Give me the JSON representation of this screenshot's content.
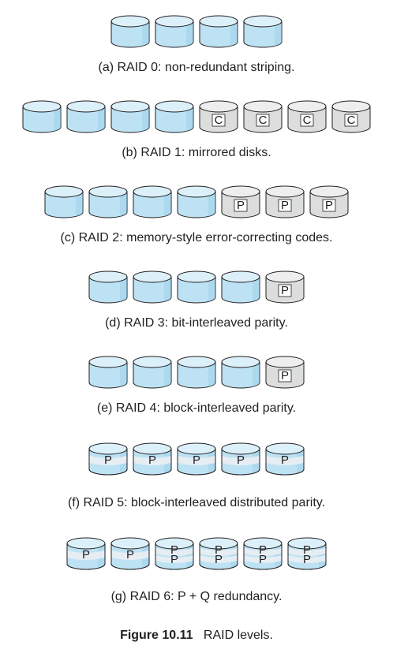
{
  "figure": {
    "number": "Figure 10.11",
    "title": "RAID levels."
  },
  "colors": {
    "data_disk": "#bde2f3",
    "data_disk_top": "#dcf0fa",
    "data_disk_shade": "#8cc8e6",
    "check_disk": "#dcdddd",
    "check_disk_top": "#eeeeee",
    "parity_band": "#e8eef2",
    "outline": "#231f20"
  },
  "levels": [
    {
      "id": "a",
      "caption": "(a) RAID 0: non-redundant striping.",
      "disks": [
        {
          "kind": "data",
          "label": ""
        },
        {
          "kind": "data",
          "label": ""
        },
        {
          "kind": "data",
          "label": ""
        },
        {
          "kind": "data",
          "label": ""
        }
      ]
    },
    {
      "id": "b",
      "caption": "(b) RAID 1: mirrored disks.",
      "disks": [
        {
          "kind": "data",
          "label": ""
        },
        {
          "kind": "data",
          "label": ""
        },
        {
          "kind": "data",
          "label": ""
        },
        {
          "kind": "data",
          "label": ""
        },
        {
          "kind": "check",
          "label": "C"
        },
        {
          "kind": "check",
          "label": "C"
        },
        {
          "kind": "check",
          "label": "C"
        },
        {
          "kind": "check",
          "label": "C"
        }
      ]
    },
    {
      "id": "c",
      "caption": "(c) RAID 2: memory-style error-correcting codes.",
      "disks": [
        {
          "kind": "data",
          "label": ""
        },
        {
          "kind": "data",
          "label": ""
        },
        {
          "kind": "data",
          "label": ""
        },
        {
          "kind": "data",
          "label": ""
        },
        {
          "kind": "check",
          "label": "P"
        },
        {
          "kind": "check",
          "label": "P"
        },
        {
          "kind": "check",
          "label": "P"
        }
      ]
    },
    {
      "id": "d",
      "caption": "(d) RAID 3: bit-interleaved parity.",
      "disks": [
        {
          "kind": "data",
          "label": ""
        },
        {
          "kind": "data",
          "label": ""
        },
        {
          "kind": "data",
          "label": ""
        },
        {
          "kind": "data",
          "label": ""
        },
        {
          "kind": "check",
          "label": "P"
        }
      ]
    },
    {
      "id": "e",
      "caption": "(e) RAID 4: block-interleaved parity.",
      "disks": [
        {
          "kind": "data",
          "label": ""
        },
        {
          "kind": "data",
          "label": ""
        },
        {
          "kind": "data",
          "label": ""
        },
        {
          "kind": "data",
          "label": ""
        },
        {
          "kind": "check",
          "label": "P"
        }
      ]
    },
    {
      "id": "f",
      "caption": "(f) RAID 5: block-interleaved distributed parity.",
      "disks": [
        {
          "kind": "distributed",
          "labels": [
            "P"
          ]
        },
        {
          "kind": "distributed",
          "labels": [
            "P"
          ]
        },
        {
          "kind": "distributed",
          "labels": [
            "P"
          ]
        },
        {
          "kind": "distributed",
          "labels": [
            "P"
          ]
        },
        {
          "kind": "distributed",
          "labels": [
            "P"
          ]
        }
      ]
    },
    {
      "id": "g",
      "caption": "(g) RAID 6: P + Q redundancy.",
      "disks": [
        {
          "kind": "distributed",
          "labels": [
            "P"
          ]
        },
        {
          "kind": "distributed",
          "labels": [
            "P"
          ]
        },
        {
          "kind": "distributed",
          "labels": [
            "P",
            "P"
          ]
        },
        {
          "kind": "distributed",
          "labels": [
            "P",
            "P"
          ]
        },
        {
          "kind": "distributed",
          "labels": [
            "P",
            "P"
          ]
        },
        {
          "kind": "distributed",
          "labels": [
            "P",
            "P"
          ]
        }
      ]
    }
  ]
}
